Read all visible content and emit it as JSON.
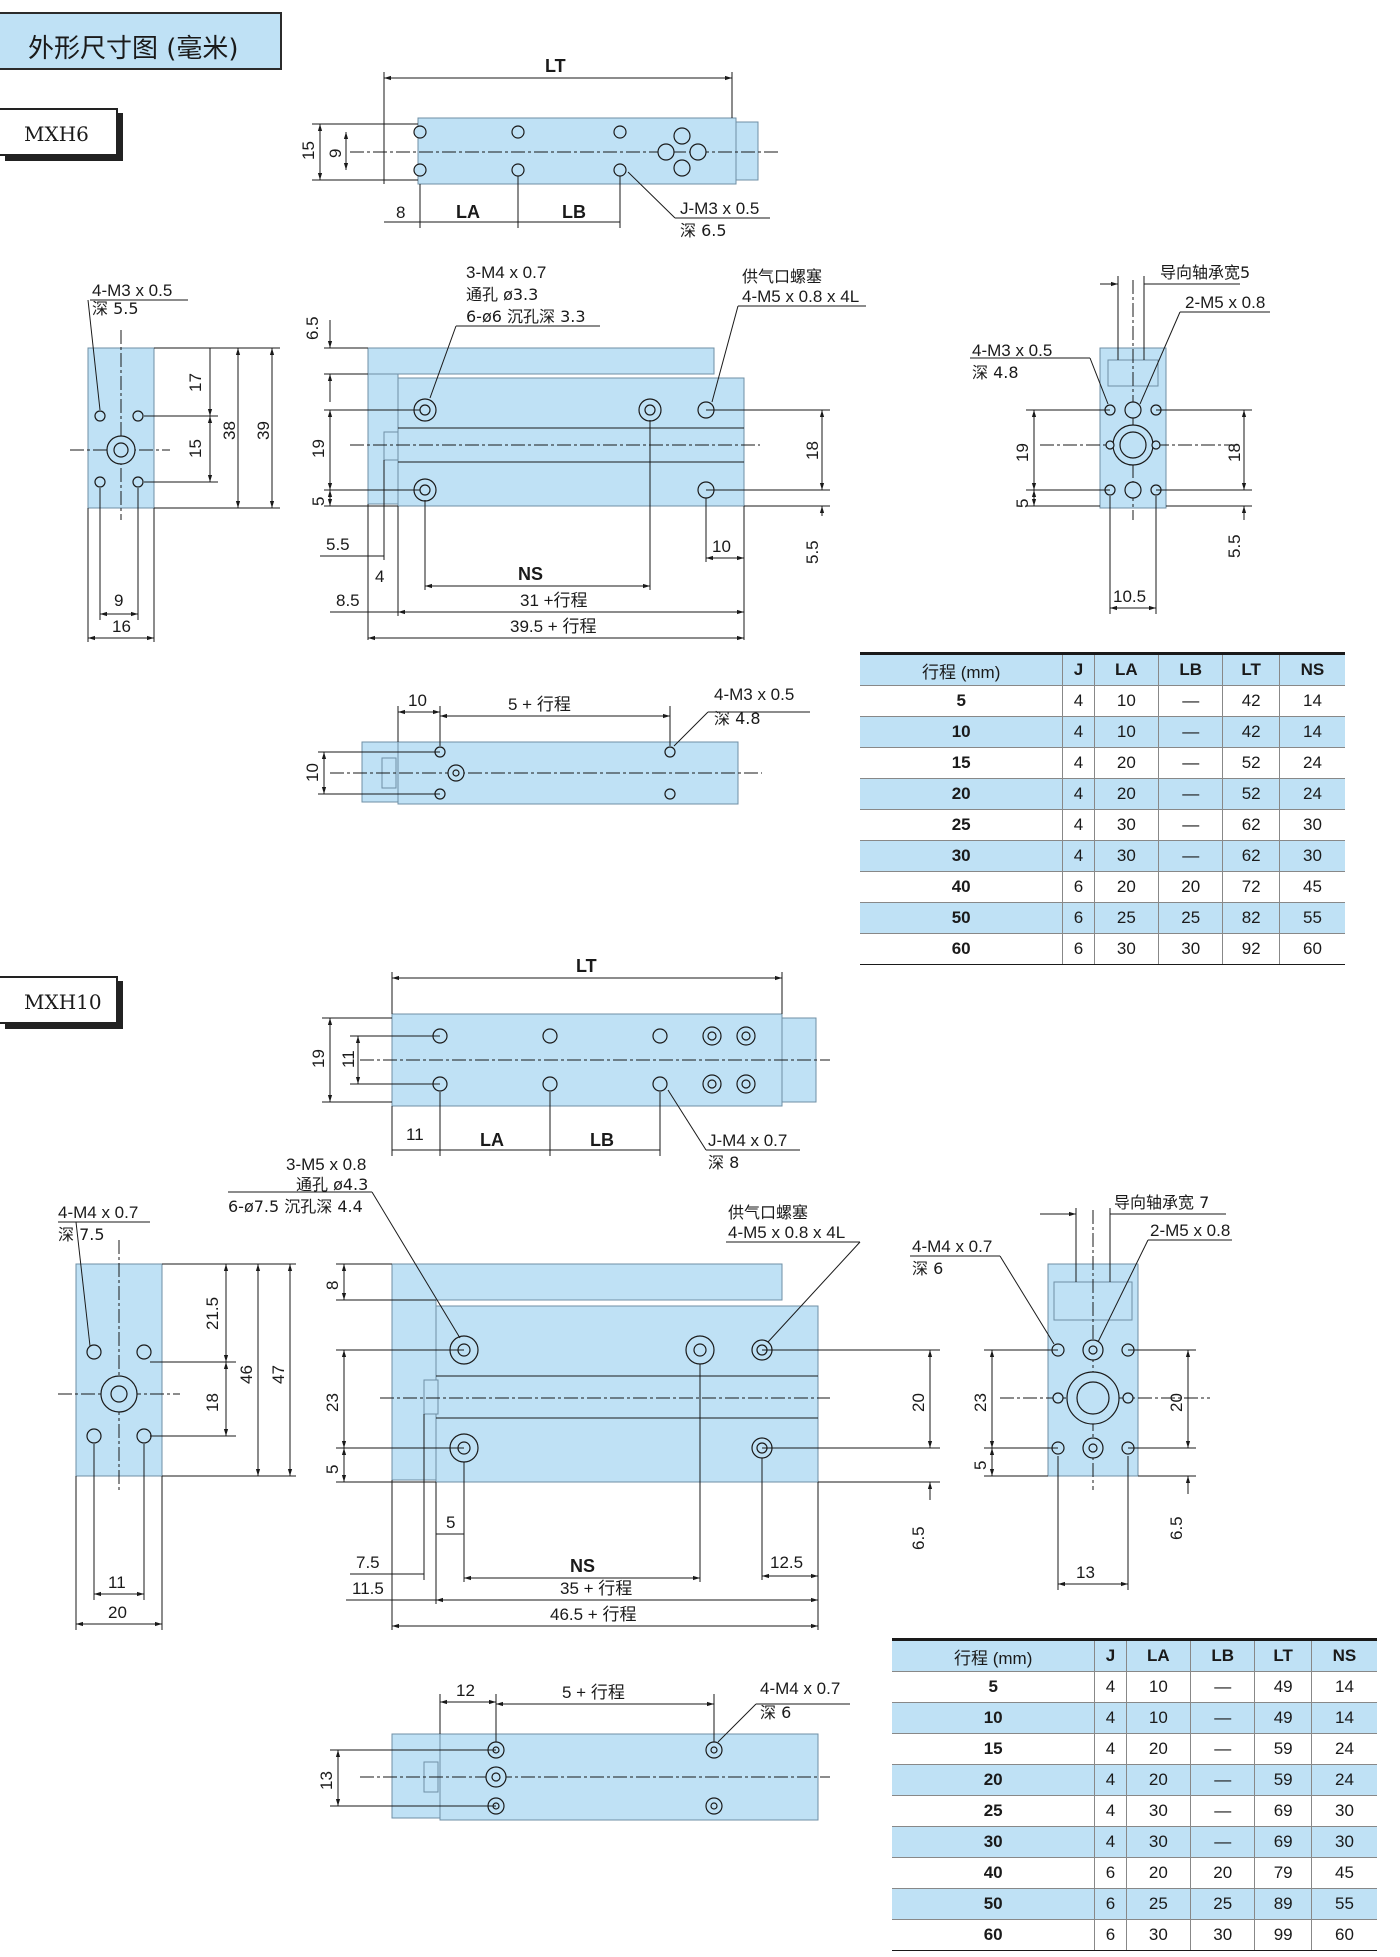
{
  "page_title": "外形尺寸图 (毫米)",
  "sections": [
    {
      "model": "MXH6",
      "top_view": {
        "lt": "LT",
        "d15": "15",
        "d9": "9",
        "d8": "8",
        "la": "LA",
        "lb": "LB",
        "thread": "J-M3 x 0.5",
        "depth": "深 6.5"
      },
      "side_view": {
        "thread": "4-M3 x 0.5",
        "depth": "深 5.5",
        "d17": "17",
        "d15": "15",
        "d38": "38",
        "d39": "39",
        "d9": "9",
        "d16": "16"
      },
      "front_view": {
        "counterbore_1": "3-M4 x 0.7",
        "counterbore_2": "通孔 ø3.3",
        "counterbore_3": "6-ø6 沉孔深 3.3",
        "port_1": "供气口螺塞",
        "port_2": "4-M5 x 0.8 x 4L",
        "d65": "6.5",
        "d19": "19",
        "d5": "5",
        "d18": "18",
        "d55a": "5.5",
        "d4": "4",
        "ns": "NS",
        "d10": "10",
        "d55b": "5.5",
        "d85": "8.5",
        "d31": "31 +行程",
        "d395": "39.5 + 行程"
      },
      "end_view": {
        "guide": "导向轴承宽5",
        "m5": "2-M5 x 0.8",
        "thread": "4-M3 x 0.5",
        "depth": "深 4.8",
        "d19": "19",
        "d5": "5",
        "d18": "18",
        "d55": "5.5",
        "d105": "10.5"
      },
      "bottom_view": {
        "d10a": "10",
        "stroke": "5 + 行程",
        "thread": "4-M3 x 0.5",
        "depth": "深 4.8",
        "d10b": "10"
      },
      "table": {
        "headers": [
          "行程 (mm)",
          "J",
          "LA",
          "LB",
          "LT",
          "NS"
        ],
        "rows": [
          [
            "5",
            "4",
            "10",
            "—",
            "42",
            "14"
          ],
          [
            "10",
            "4",
            "10",
            "—",
            "42",
            "14"
          ],
          [
            "15",
            "4",
            "20",
            "—",
            "52",
            "24"
          ],
          [
            "20",
            "4",
            "20",
            "—",
            "52",
            "24"
          ],
          [
            "25",
            "4",
            "30",
            "—",
            "62",
            "30"
          ],
          [
            "30",
            "4",
            "30",
            "—",
            "62",
            "30"
          ],
          [
            "40",
            "6",
            "20",
            "20",
            "72",
            "45"
          ],
          [
            "50",
            "6",
            "25",
            "25",
            "82",
            "55"
          ],
          [
            "60",
            "6",
            "30",
            "30",
            "92",
            "60"
          ]
        ]
      }
    },
    {
      "model": "MXH10",
      "top_view": {
        "lt": "LT",
        "d19": "19",
        "d11": "11",
        "d11b": "11",
        "la": "LA",
        "lb": "LB",
        "thread": "J-M4 x 0.7",
        "depth": "深 8"
      },
      "side_view": {
        "thread": "4-M4 x 0.7",
        "depth": "深 7.5",
        "d215": "21.5",
        "d18": "18",
        "d46": "46",
        "d47": "47",
        "d11": "11",
        "d20": "20"
      },
      "front_view": {
        "counterbore_1": "3-M5 x 0.8",
        "counterbore_2": "通孔 ø4.3",
        "counterbore_3": "6-ø7.5 沉孔深 4.4",
        "port_1": "供气口螺塞",
        "port_2": "4-M5 x 0.8 x 4L",
        "d8": "8",
        "d23": "23",
        "d5": "5",
        "d20": "20",
        "d65": "6.5",
        "d5b": "5",
        "d75": "7.5",
        "ns": "NS",
        "d125": "12.5",
        "d115": "11.5",
        "d35": "35 + 行程",
        "d465": "46.5 + 行程"
      },
      "end_view": {
        "guide": "导向轴承宽 7",
        "m5": "2-M5 x 0.8",
        "thread": "4-M4 x 0.7",
        "depth": "深 6",
        "d23": "23",
        "d5": "5",
        "d20": "20",
        "d65": "6.5",
        "d13": "13"
      },
      "bottom_view": {
        "d12": "12",
        "stroke": "5 + 行程",
        "thread": "4-M4 x 0.7",
        "depth": "深 6",
        "d13": "13"
      },
      "table": {
        "headers": [
          "行程 (mm)",
          "J",
          "LA",
          "LB",
          "LT",
          "NS"
        ],
        "rows": [
          [
            "5",
            "4",
            "10",
            "—",
            "49",
            "14"
          ],
          [
            "10",
            "4",
            "10",
            "—",
            "49",
            "14"
          ],
          [
            "15",
            "4",
            "20",
            "—",
            "59",
            "24"
          ],
          [
            "20",
            "4",
            "20",
            "—",
            "59",
            "24"
          ],
          [
            "25",
            "4",
            "30",
            "—",
            "69",
            "30"
          ],
          [
            "30",
            "4",
            "30",
            "—",
            "69",
            "30"
          ],
          [
            "40",
            "6",
            "20",
            "20",
            "79",
            "45"
          ],
          [
            "50",
            "6",
            "25",
            "25",
            "89",
            "55"
          ],
          [
            "60",
            "6",
            "30",
            "30",
            "99",
            "60"
          ]
        ]
      }
    }
  ]
}
